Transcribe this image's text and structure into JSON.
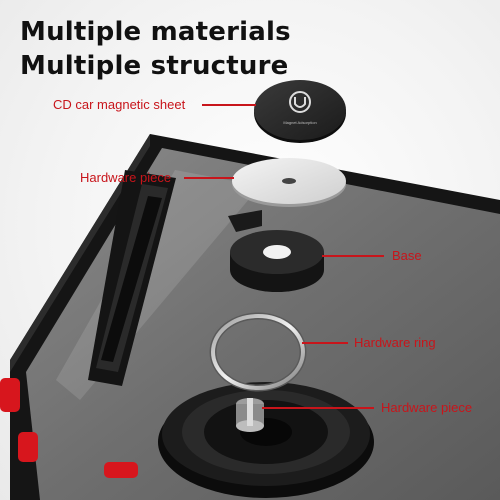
{
  "heading": {
    "line1": "Multiple materials",
    "line2": "Multiple structure"
  },
  "callouts": [
    {
      "id": "cd",
      "text": "CD car magnetic sheet"
    },
    {
      "id": "hw1",
      "text": "Hardware piece"
    },
    {
      "id": "base",
      "text": "Base"
    },
    {
      "id": "ring",
      "text": "Hardware ring"
    },
    {
      "id": "hw2",
      "text": "Hardware piece"
    }
  ],
  "colors": {
    "callout": "#c8151b",
    "phone_frame": "#151515",
    "phone_buttons": "#d7161d",
    "heading": "#111111"
  },
  "disc_print": "Magnet Adsorption"
}
